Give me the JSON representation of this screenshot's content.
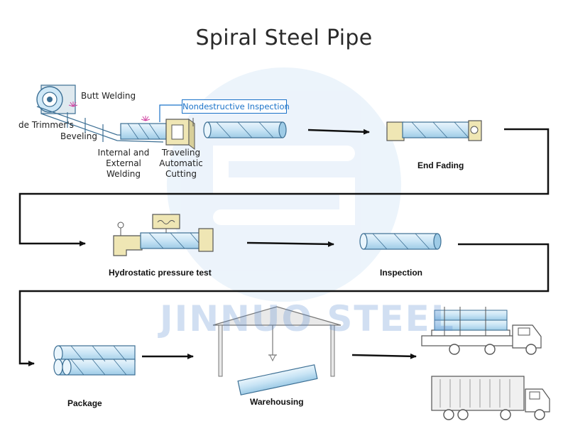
{
  "title": "Spiral Steel Pipe",
  "watermark": "JINNUO STEEL",
  "steps": {
    "butt_welding": "Butt Welding",
    "edge_trimmer": "de Trimmer's",
    "beveling": "Beveling",
    "internal_external_welding": "Internal and\nExternal\nWelding",
    "traveling_cutting": "Traveling\nAutomatic\nCutting",
    "nondestructive_inspection": "Nondestructive Inspection",
    "end_fading": "End Fading",
    "hydrostatic_test": "Hydrostatic pressure test",
    "inspection": "Inspection",
    "package": "Package",
    "warehousing": "Warehousing"
  },
  "colors": {
    "pipe_fill": "#cfe8f7",
    "pipe_stroke": "#3c6f94",
    "machine_fill": "#efe6b4",
    "line": "#111111",
    "nd_box": "#1b73c9",
    "watermark": "#6aa0dc"
  }
}
